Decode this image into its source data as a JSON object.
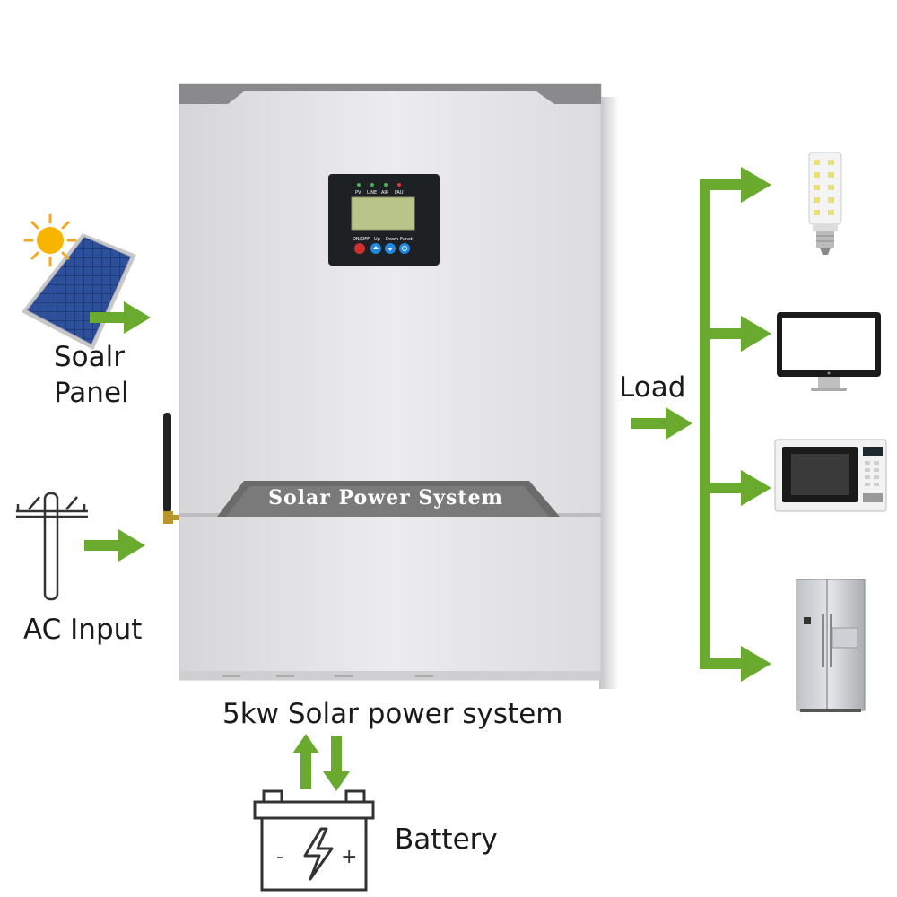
{
  "colors": {
    "arrow": "#6aaa2e",
    "body": "#e6e6e8",
    "band": "#6b6b6b",
    "panel": "#1e2124",
    "lcd": "#b9c48a"
  },
  "inverter": {
    "brand_text": "Solar Power System",
    "caption": "5kw Solar power system",
    "leds": [
      "PV",
      "LINE",
      "AIR",
      "FAU"
    ],
    "buttons": [
      "ON/OFF",
      "Up",
      "Down",
      "Funct"
    ]
  },
  "inputs": {
    "solar_label_line1": "Soalr",
    "solar_label_line2": "Panel",
    "ac_label": "AC Input"
  },
  "load": {
    "label": "Load",
    "devices": [
      "led-bulb-icon",
      "monitor-icon",
      "microwave-icon",
      "refrigerator-icon"
    ]
  },
  "battery": {
    "label": "Battery",
    "minus": "-",
    "plus": "+"
  }
}
